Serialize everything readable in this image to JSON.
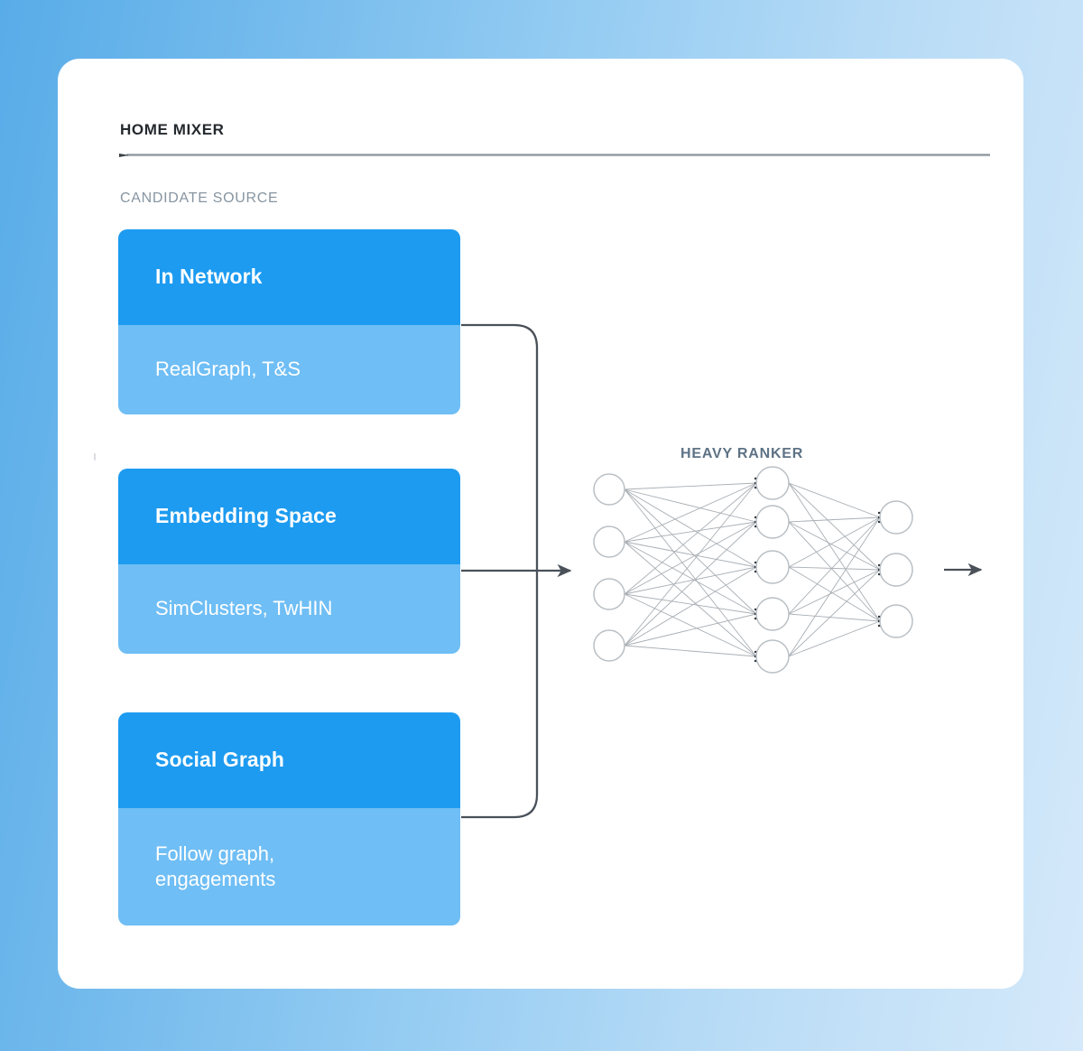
{
  "theme": {
    "background_gradient_from": "#58ACE8",
    "background_gradient_to": "#D5E9FA",
    "panel_bg": "#FFFFFF",
    "card_header_blue": "#1D9BF0",
    "card_body_blue": "#6FBEF5",
    "rule_color": "#6E7A85",
    "label_color": "#8795A1",
    "title_color": "#24292E",
    "network_label_color": "#5D7285",
    "node_stroke": "#B9BFC4",
    "edge_color": "#9AA1A7"
  },
  "header": {
    "title": "HOME MIXER",
    "rule_arrow_icon": "left-triangle-arrow-icon"
  },
  "candidate_source": {
    "label": "CANDIDATE SOURCE",
    "cards": [
      {
        "title": "In Network",
        "subtitle": "RealGraph, T&S"
      },
      {
        "title": "Embedding Space",
        "subtitle": "SimClusters, TwHIN"
      },
      {
        "title": "Social Graph",
        "subtitle": "Follow graph,\nengagements"
      }
    ]
  },
  "heavy_ranker": {
    "label": "HEAVY RANKER",
    "layers": [
      {
        "name": "input",
        "node_count": 4
      },
      {
        "name": "hidden",
        "node_count": 5
      },
      {
        "name": "output",
        "node_count": 3
      }
    ],
    "input_arrow_icon": "right-arrow-icon",
    "output_arrow_icon": "right-arrow-icon"
  },
  "connectors": {
    "bracket_description": "three card outputs merge into one bracket feeding the heavy ranker",
    "merge_arrow_icon": "right-arrow-icon"
  }
}
